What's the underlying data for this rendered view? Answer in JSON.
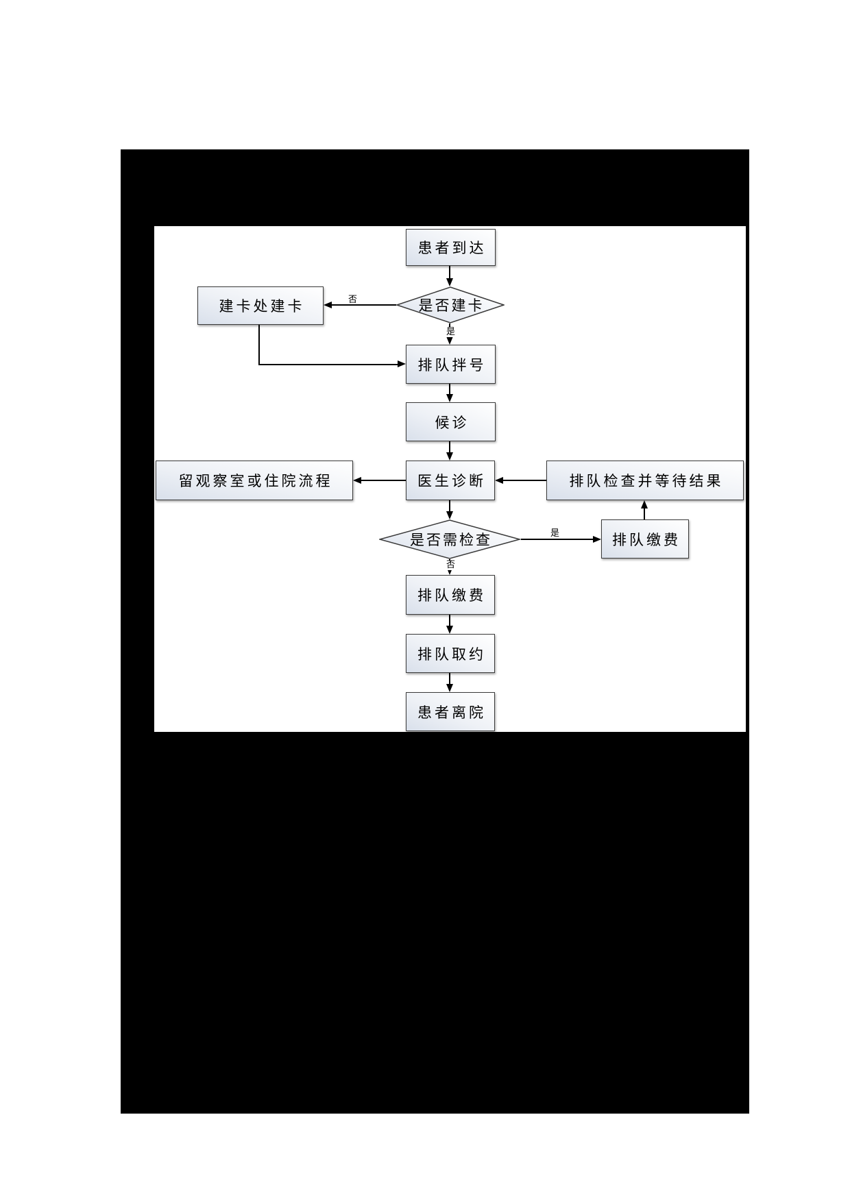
{
  "document": {
    "type": "flowchart-page",
    "page_background": "#ffffff",
    "slide_background": "#000000",
    "canvas_background": "#ffffff"
  },
  "colors": {
    "node_border": "#3a3a3a",
    "node_fill_top": "#ffffff",
    "node_fill_bottom": "#d9e0eb",
    "connector": "#000000",
    "text": "#000000"
  },
  "flowchart": {
    "nodes": {
      "arrive": {
        "label": "患者到达",
        "shape": "process"
      },
      "has_card": {
        "label": "是否建卡",
        "shape": "decision"
      },
      "make_card": {
        "label": "建卡处建卡",
        "shape": "process"
      },
      "register": {
        "label": "排队拌号",
        "shape": "process"
      },
      "wait": {
        "label": "候诊",
        "shape": "process"
      },
      "diagnose": {
        "label": "医生诊断",
        "shape": "process"
      },
      "observe": {
        "label": "留观察室或住院流程",
        "shape": "process"
      },
      "exam_wait": {
        "label": "排队检查并等待结果",
        "shape": "process"
      },
      "need_exam": {
        "label": "是否需检查",
        "shape": "decision"
      },
      "pay_exam": {
        "label": "排队缴费",
        "shape": "process"
      },
      "pay": {
        "label": "排队缴费",
        "shape": "process"
      },
      "get_med": {
        "label": "排队取约",
        "shape": "process"
      },
      "leave": {
        "label": "患者离院",
        "shape": "process"
      }
    },
    "edge_labels": {
      "has_card_no": "否",
      "has_card_yes": "是",
      "need_exam_yes": "是",
      "need_exam_no": "否"
    }
  }
}
